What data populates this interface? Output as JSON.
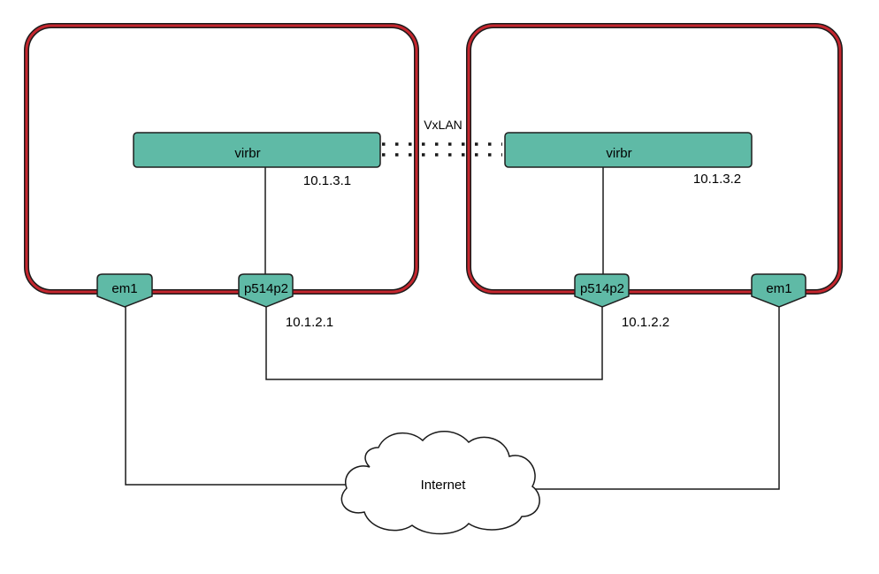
{
  "hosts": [
    {
      "bridge": {
        "label": "virbr",
        "ip": "10.1.3.1"
      },
      "nic_data": {
        "label": "p514p2",
        "ip": "10.1.2.1"
      },
      "nic_public": {
        "label": "em1"
      }
    },
    {
      "bridge": {
        "label": "virbr",
        "ip": "10.1.3.2"
      },
      "nic_data": {
        "label": "p514p2",
        "ip": "10.1.2.2"
      },
      "nic_public": {
        "label": "em1"
      }
    }
  ],
  "tunnel": {
    "label": "VxLAN"
  },
  "cloud": {
    "label": "Internet"
  },
  "colors": {
    "host_border": "#c4262e",
    "host_outline": "#1a1a1a",
    "component_fill": "#5fbaa6",
    "component_stroke": "#1f1f1f",
    "link": "#1a1a1a"
  }
}
